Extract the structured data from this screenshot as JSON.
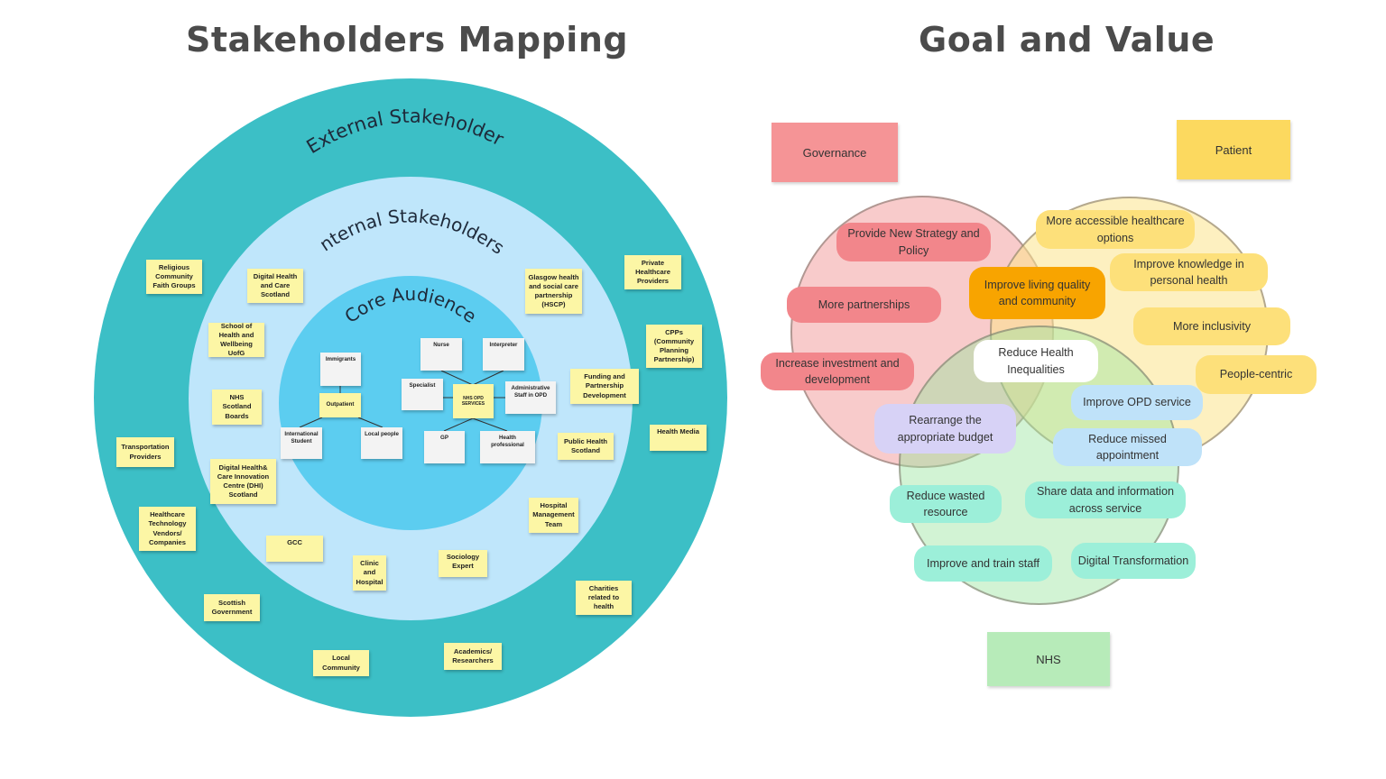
{
  "left_title": "Stakeholders Mapping",
  "right_title": "Goal and Value",
  "rings": {
    "external": "External Stakeholders",
    "internal": "Internal Stakeholders",
    "core": "Core Audience"
  },
  "external_stakeholders": [
    "Religious Community Faith Groups",
    "Private Healthcare Providers",
    "CPPs (Community Planning Partnership)",
    "Health Media",
    "Transportation Providers",
    "Healthcare Technology Vendors/ Companies",
    "Scottish Government",
    "Local Community",
    "Academics/ Researchers",
    "Charities related to health"
  ],
  "internal_stakeholders": [
    "Digital Health and Care Scotland",
    "Glasgow health and social care partnership (HSCP)",
    "School of Health and Wellbeing UofG",
    "Funding and Partnership Development",
    "NHS Scotland Boards",
    "Public Health Scotland",
    "Digital Health& Care Innovation Centre (DHI) Scotland",
    "Hospital Management Team",
    "GCC",
    "Clinic and Hospital",
    "Sociology Expert"
  ],
  "core_audience": {
    "patient_side": [
      "Immigrants",
      "Outpatient",
      "International Student",
      "Local people"
    ],
    "service_side": [
      "Nurse",
      "Interpreter",
      "Specialist",
      "NHS OPD SERVICES",
      "Administrative Staff in OPD",
      "GP",
      "Health professional"
    ]
  },
  "venn": {
    "categories": {
      "governance": "Governance",
      "patient": "Patient",
      "nhs": "NHS"
    },
    "items": [
      "Provide New Strategy and Policy",
      "More partnerships",
      "Increase investment and development",
      "More accessible healthcare options",
      "Improve knowledge in personal health",
      "More inclusivity",
      "People-centric",
      "Improve living quality and community",
      "Reduce Health Inequalities",
      "Rearrange the appropriate budget",
      "Improve OPD service",
      "Reduce missed appointment",
      "Reduce wasted resource",
      "Share data and information across service",
      "Improve and train staff",
      "Digital Transformation"
    ]
  },
  "colors": {
    "external_ring": "#3cbfc6",
    "internal_ring": "#bfe6fb",
    "core_ring": "#5ccdf0",
    "sticky": "#fcf6a5",
    "governance": "#f59496",
    "patient": "#fcd95f",
    "nhs": "#b7ebb9"
  }
}
